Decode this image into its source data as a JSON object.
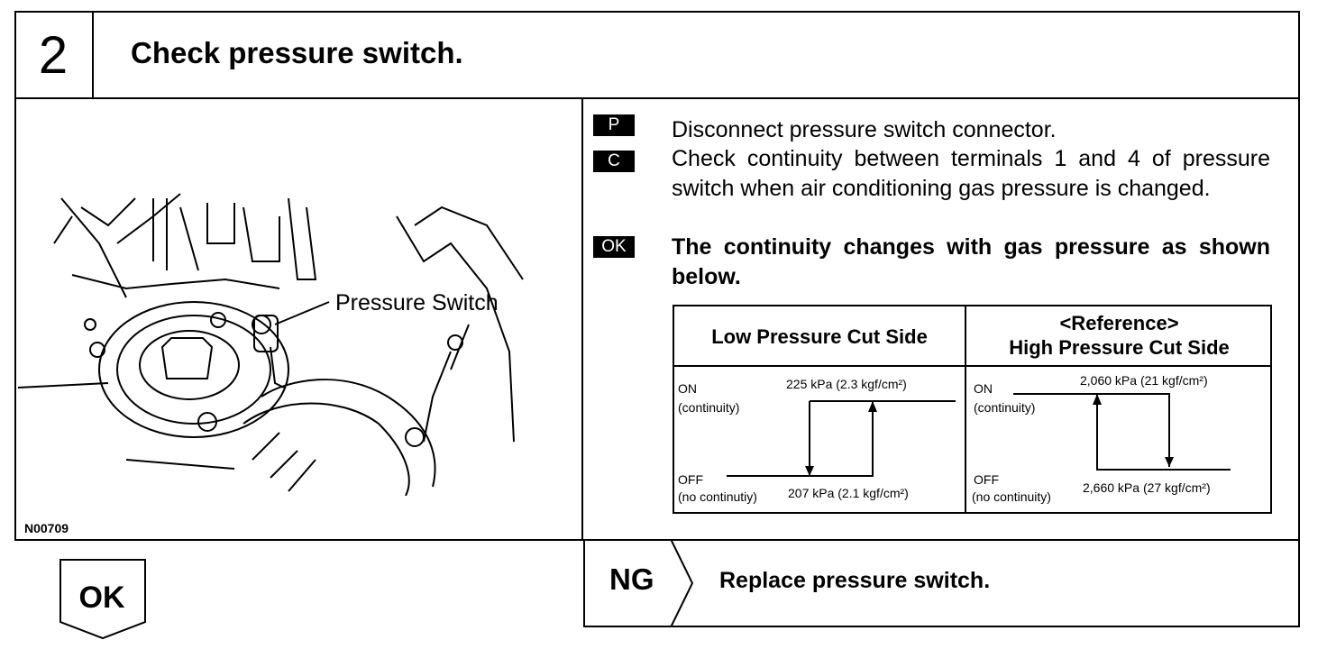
{
  "step": {
    "number": "2",
    "title": "Check pressure switch."
  },
  "figure": {
    "callout": "Pressure Switch",
    "id": "N00709"
  },
  "instructions": [
    {
      "tag": "P",
      "text": "Disconnect pressure switch connector."
    },
    {
      "tag": "C",
      "text": "Check continuity between terminals 1 and 4 of pressure switch when air conditioning gas pressure is changed."
    },
    {
      "tag": "OK",
      "text": "The continuity changes with gas pressure as shown below."
    }
  ],
  "table": {
    "low": {
      "header": "Low Pressure Cut Side",
      "on_label": "ON",
      "on_sub": "(continuity)",
      "off_label": "OFF",
      "off_sub": "(no continutiy)",
      "upper_value": "225 kPa (2.3 kgf/cm²)",
      "lower_value": "207 kPa (2.1 kgf/cm²)"
    },
    "high": {
      "header_ref": "<Reference>",
      "header": "High Pressure Cut Side",
      "on_label": "ON",
      "on_sub": "(continuity)",
      "off_label": "OFF",
      "off_sub": "(no continuity)",
      "upper_value": "2,060 kPa (21 kgf/cm²)",
      "lower_value": "2,660 kPa (27 kgf/cm²)"
    }
  },
  "result_ok": "OK",
  "result_ng": {
    "label": "NG",
    "action": "Replace pressure switch."
  }
}
